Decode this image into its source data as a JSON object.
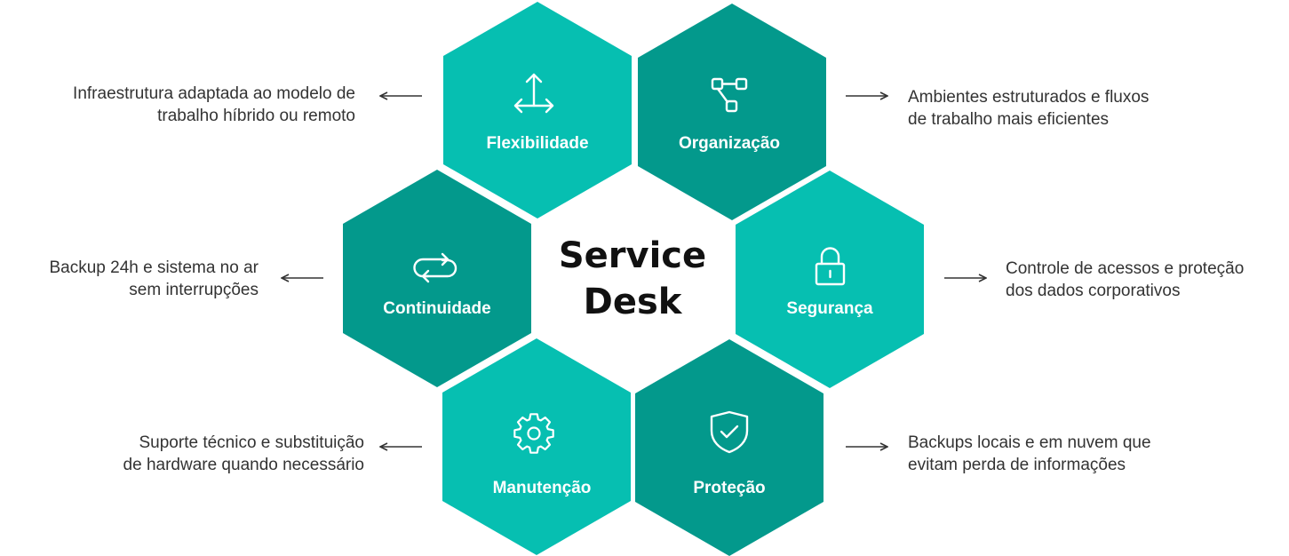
{
  "center": {
    "line1": "Service",
    "line2": "Desk"
  },
  "colors": {
    "light_teal": "#06BFB1",
    "dark_teal": "#03998C",
    "text": "#333333",
    "arrow": "#333333"
  },
  "hexagons": [
    {
      "id": "flexibilidade",
      "label": "Flexibilidade",
      "icon": "arrows-expand-icon",
      "color": "#06BFB1"
    },
    {
      "id": "organizacao",
      "label": "Organização",
      "icon": "workflow-icon",
      "color": "#03998C"
    },
    {
      "id": "continuidade",
      "label": "Continuidade",
      "icon": "sync-icon",
      "color": "#03998C"
    },
    {
      "id": "seguranca",
      "label": "Segurança",
      "icon": "lock-icon",
      "color": "#06BFB1"
    },
    {
      "id": "manutencao",
      "label": "Manutenção",
      "icon": "gear-icon",
      "color": "#06BFB1"
    },
    {
      "id": "protecao",
      "label": "Proteção",
      "icon": "shield-check-icon",
      "color": "#03998C"
    }
  ],
  "descriptions": {
    "flexibilidade": [
      "Infraestrutura adaptada ao modelo de",
      "trabalho híbrido ou remoto"
    ],
    "organizacao": [
      "Ambientes estruturados e fluxos",
      "de trabalho mais eficientes"
    ],
    "continuidade": [
      "Backup 24h e sistema no ar",
      "sem interrupções"
    ],
    "seguranca": [
      "Controle de acessos e proteção",
      "dos dados corporativos"
    ],
    "manutencao": [
      "Suporte técnico e substituição",
      "de hardware quando necessário"
    ],
    "protecao": [
      "Backups locais e em nuvem que",
      "evitam perda de informações"
    ]
  }
}
